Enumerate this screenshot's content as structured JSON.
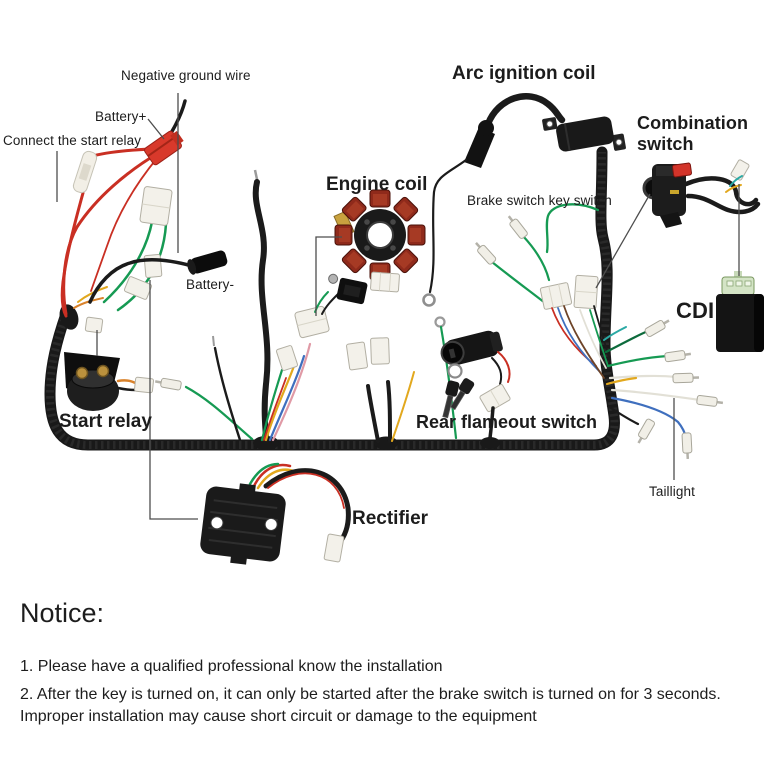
{
  "labels": {
    "negative_ground_wire": "Negative ground wire",
    "battery_plus": "Battery+",
    "connect_start_relay": "Connect the start relay",
    "arc_ignition_coil": "Arc ignition coil",
    "engine_coil": "Engine coil",
    "combination_switch": "Combination switch",
    "brake_switch_key_switch": "Brake switch key switch",
    "battery_minus": "Battery-",
    "cdi": "CDI",
    "start_relay": "Start relay",
    "rear_flameout_switch": "Rear flameout switch",
    "rectifier": "Rectifier",
    "taillight": "Taillight"
  },
  "notice": {
    "title": "Notice:",
    "items": [
      "1. Please have a qualified professional know the installation",
      "2. After the key is turned on, it can only be started after the brake switch is turned on for 3 seconds. Improper installation may cause short circuit or damage to the equipment"
    ]
  },
  "colors": {
    "background": "#ffffff",
    "text": "#1c1c1c",
    "harness_black": "#191919",
    "wire_red": "#c92f23",
    "wire_green": "#169a53",
    "wire_yellow": "#e2a81e",
    "wire_blue": "#3f6fbe",
    "wire_orange": "#d9822b",
    "connector_white": "#f3f1ea",
    "battery_plus_connector_red": "#d8392b",
    "kill_button_red": "#d2342a",
    "cdi_connector_green": "#d4e4c6",
    "stator_coil_copper": "#8f2a1b",
    "brass_terminal": "#bb913d"
  }
}
